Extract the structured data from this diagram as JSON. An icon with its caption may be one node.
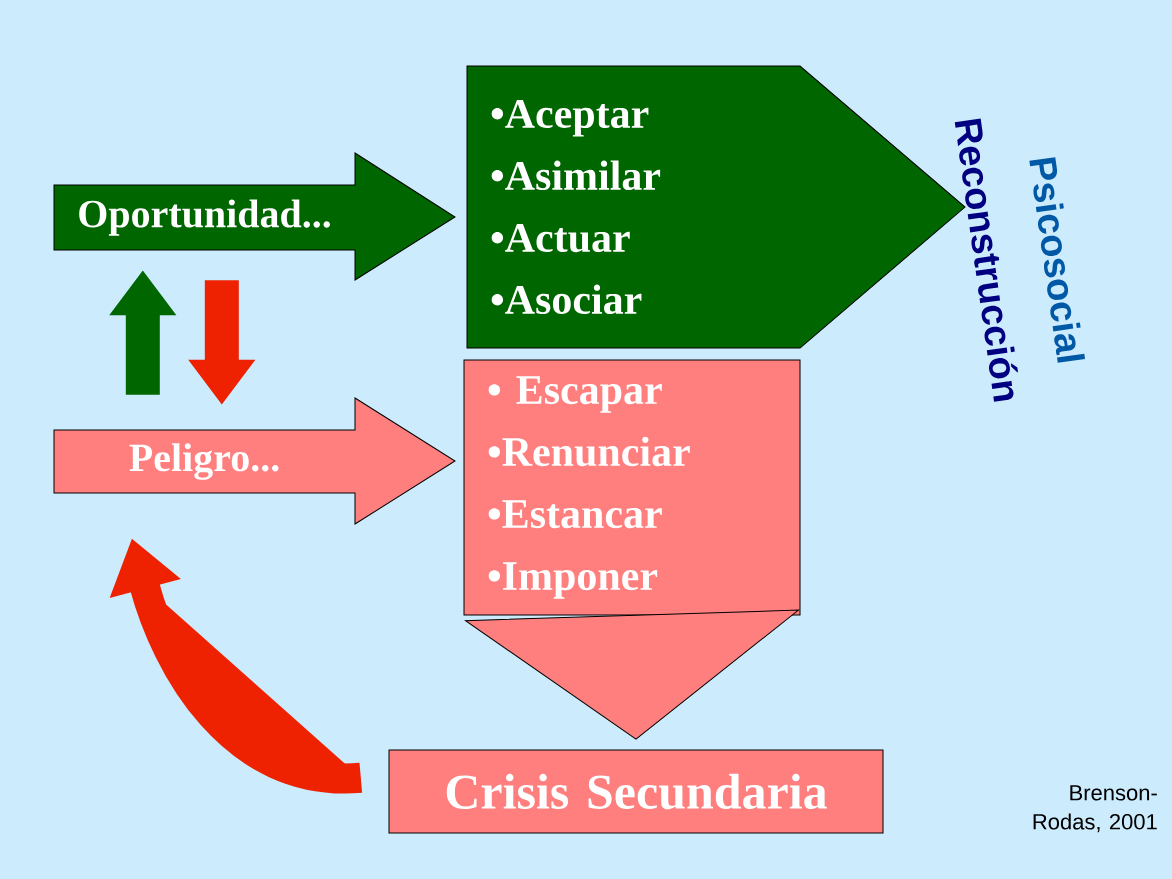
{
  "diagram": {
    "nodes": [
      {
        "text": [
          "Oportunidad..."
        ]
      },
      {
        "text": [
          "•Aceptar",
          "•Asimilar",
          "•Actuar",
          "•Asociar"
        ]
      },
      {
        "text": [
          "Peligro..."
        ]
      },
      {
        "text": [
          "• Escapar",
          "•Renunciar",
          "•Estancar",
          "•Imponer"
        ]
      },
      {
        "text": [
          "Crisis Secundaria"
        ]
      }
    ],
    "edges": [
      {
        "from": 2,
        "to": 0,
        "arrow": "to",
        "color": "#006600"
      },
      {
        "from": 0,
        "to": 2,
        "arrow": "to"
      },
      {
        "from": 4,
        "to": 2,
        "arrow": "to"
      },
      {
        "from": 3,
        "to": 4,
        "arrow": "to",
        "color": "#ff7f7f"
      }
    ],
    "labels": [
      "Reconstrucción",
      "Psicosocial",
      "Brenson-Rodas, 2001"
    ]
  }
}
